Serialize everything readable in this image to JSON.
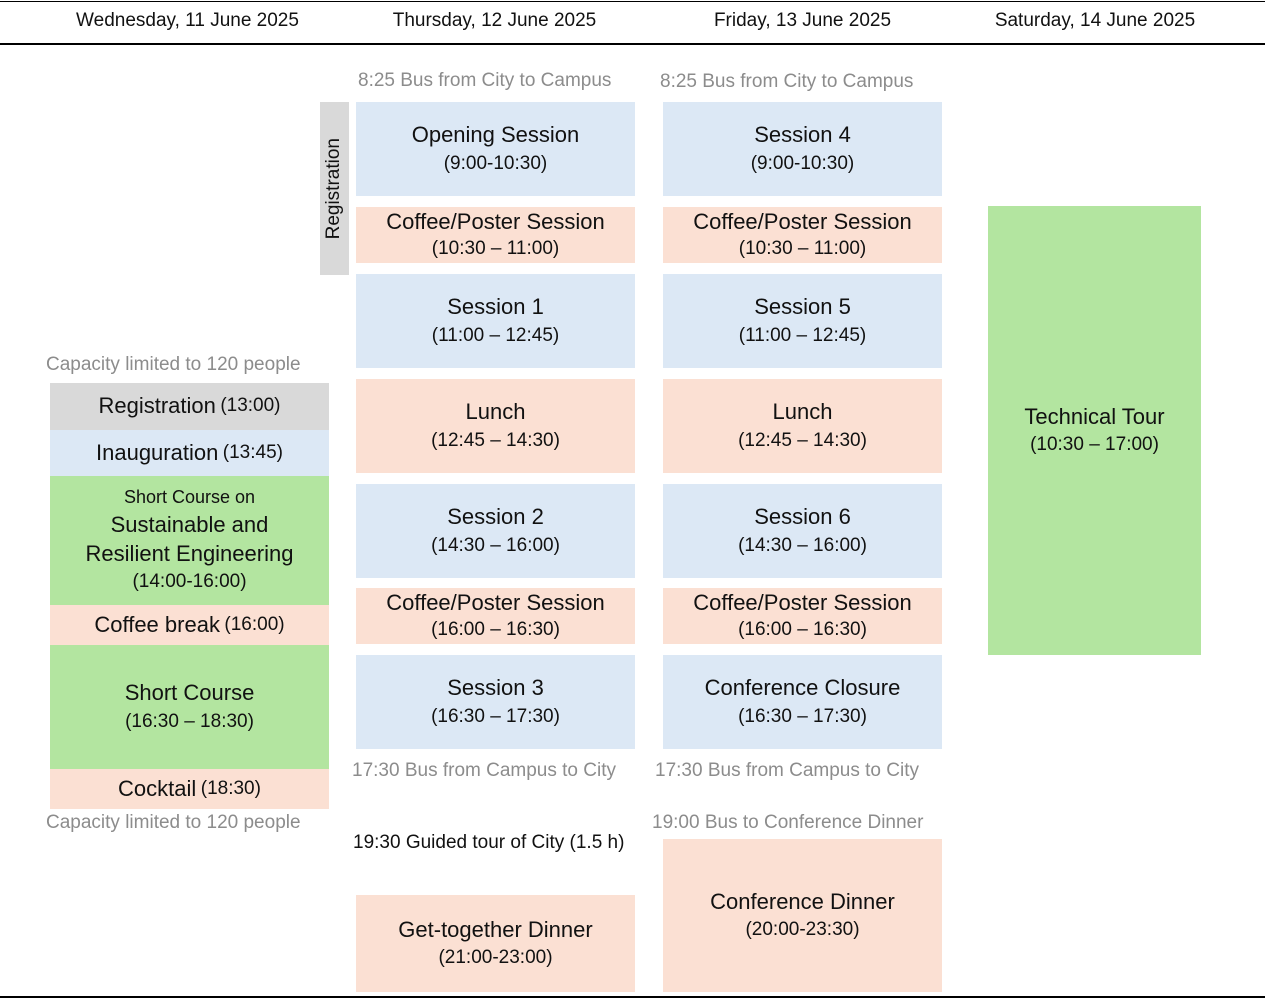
{
  "days": [
    "Wednesday, 11 June 2025",
    "Thursday, 12 June 2025",
    "Friday, 13 June 2025",
    "Saturday, 14 June 2025"
  ],
  "wed": {
    "capacity_top": "Capacity limited to 120 people",
    "registration": {
      "title": "Registration",
      "time": "(13:00)"
    },
    "inauguration": {
      "title": "Inauguration",
      "time": "(13:45)"
    },
    "short_course_1": {
      "pre": "Short Course on",
      "title_line1": "Sustainable and",
      "title_line2": "Resilient Engineering",
      "time": "(14:00-16:00)"
    },
    "coffee": {
      "title": "Coffee break",
      "time": "(16:00)"
    },
    "short_course_2": {
      "title": "Short Course",
      "time": "(16:30 – 18:30)"
    },
    "cocktail": {
      "title": "Cocktail",
      "time": "(18:30)"
    },
    "capacity_bottom": "Capacity limited to 120 people"
  },
  "thu": {
    "bus_morning": "8:25 Bus from City to Campus",
    "registration_bar": "Registration",
    "opening": {
      "title": "Opening Session",
      "time": "(9:00-10:30)"
    },
    "coffee1": {
      "title": "Coffee/Poster Session",
      "time": "(10:30 – 11:00)"
    },
    "session1": {
      "title": "Session 1",
      "time": "(11:00 – 12:45)"
    },
    "lunch": {
      "title": "Lunch",
      "time": "(12:45 – 14:30)"
    },
    "session2": {
      "title": "Session 2",
      "time": "(14:30 – 16:00)"
    },
    "coffee2": {
      "title": "Coffee/Poster Session",
      "time": "(16:00 – 16:30)"
    },
    "session3": {
      "title": "Session 3",
      "time": "(16:30 – 17:30)"
    },
    "bus_evening": "17:30 Bus from Campus to City",
    "guided_tour": "19:30 Guided tour of City (1.5 h)",
    "dinner": {
      "title": "Get-together Dinner",
      "time": "(21:00-23:00)"
    }
  },
  "fri": {
    "bus_morning": "8:25 Bus from City to Campus",
    "session4": {
      "title": "Session 4",
      "time": "(9:00-10:30)"
    },
    "coffee1": {
      "title": "Coffee/Poster Session",
      "time": "(10:30 – 11:00)"
    },
    "session5": {
      "title": "Session 5",
      "time": "(11:00 – 12:45)"
    },
    "lunch": {
      "title": "Lunch",
      "time": "(12:45 – 14:30)"
    },
    "session6": {
      "title": "Session 6",
      "time": "(14:30 – 16:00)"
    },
    "coffee2": {
      "title": "Coffee/Poster Session",
      "time": "(16:00 – 16:30)"
    },
    "closure": {
      "title": "Conference Closure",
      "time": "(16:30 – 17:30)"
    },
    "bus_evening": "17:30 Bus from Campus to City",
    "bus_dinner": "19:00 Bus to Conference Dinner",
    "dinner": {
      "title": "Conference Dinner",
      "time": "(20:00-23:30)"
    }
  },
  "sat": {
    "tour": {
      "title": "Technical Tour",
      "time": "(10:30 – 17:00)"
    }
  }
}
